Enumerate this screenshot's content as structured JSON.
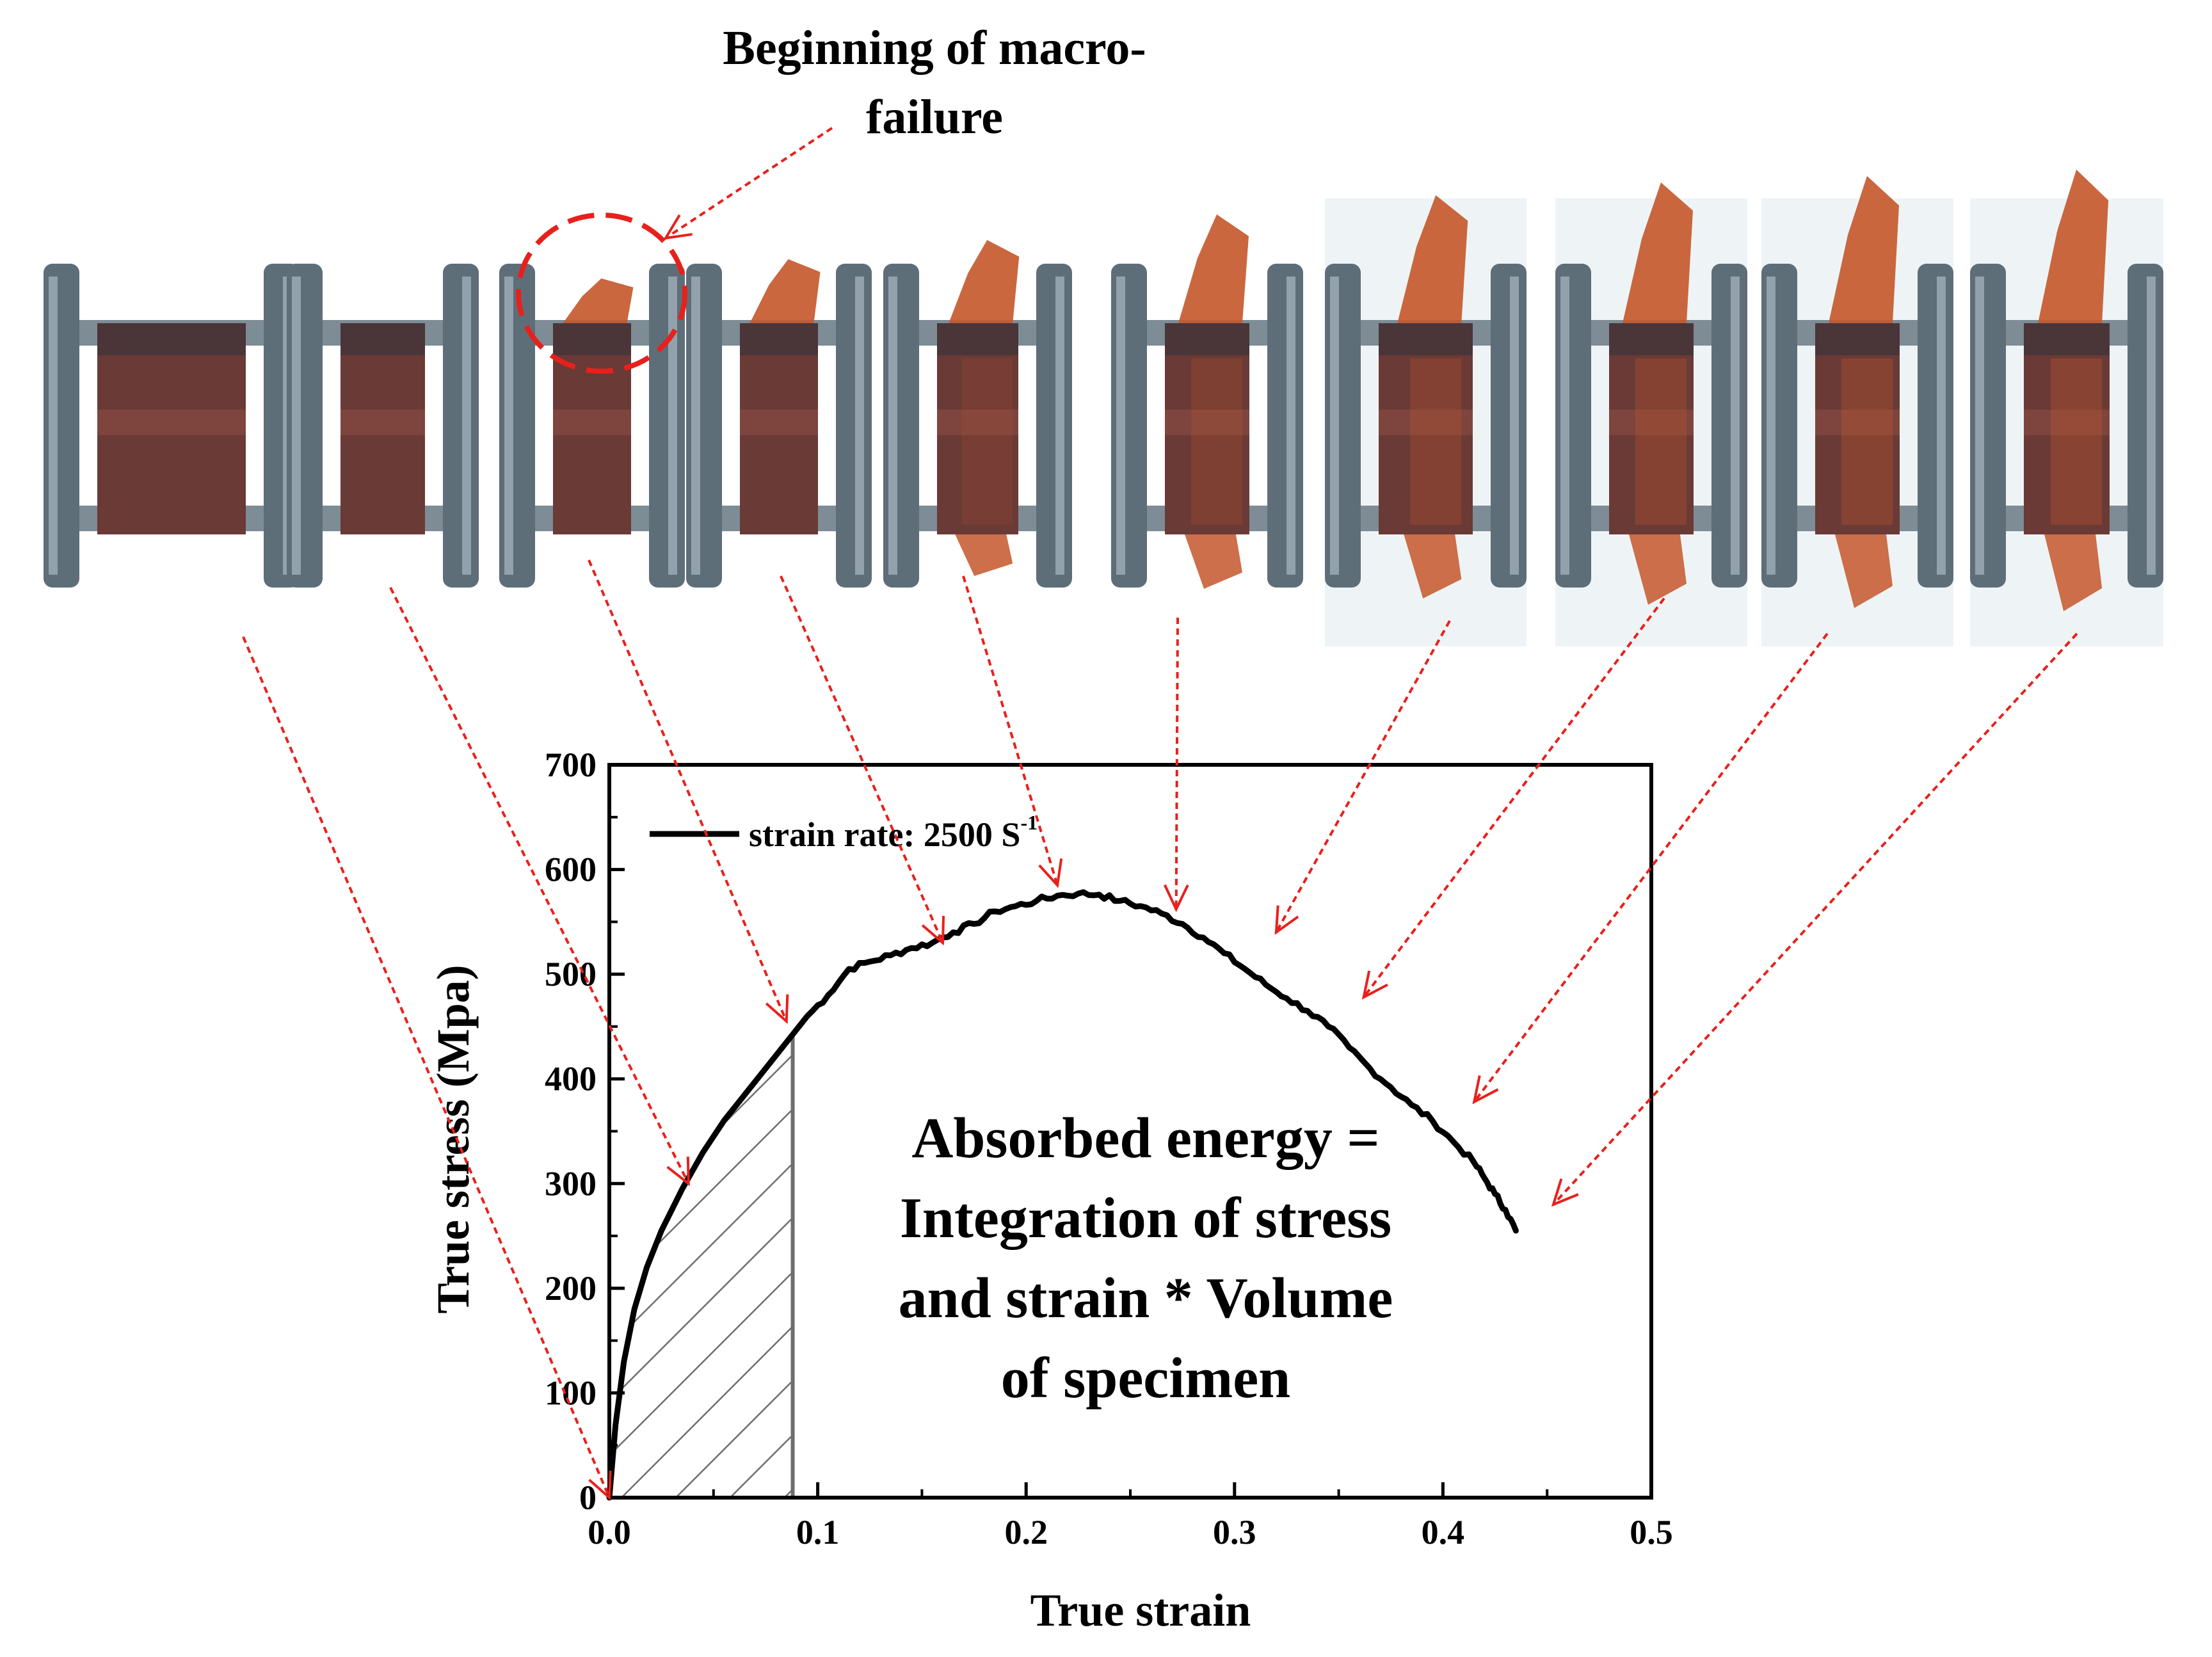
{
  "callout": {
    "line1": "Beginning of macro-",
    "line2": "failure"
  },
  "colors": {
    "arrow": "#e8201c",
    "curve": "#000000",
    "hatch": "#6e6e6e",
    "steel": "#5d6e79",
    "specimen": "#6a3a36",
    "fragment": "#c4562a"
  },
  "frames": {
    "count": 10,
    "description_name": "specimen-frame",
    "fragment_levels": [
      0,
      0,
      0.15,
      0.3,
      0.45,
      0.65,
      0.8,
      0.9,
      0.95,
      1
    ]
  },
  "annotation": {
    "line1": "Absorbed energy =",
    "line2": "Integration of stress",
    "line3": "and strain * Volume",
    "line4": "of specimen"
  },
  "chart_data": {
    "type": "line",
    "xlabel": "True strain",
    "ylabel": "True stress (Mpa)",
    "xlim": [
      0.0,
      0.5
    ],
    "ylim": [
      0,
      700
    ],
    "xticks": [
      "0.0",
      "0.1",
      "0.2",
      "0.3",
      "0.4",
      "0.5"
    ],
    "yticks": [
      "0",
      "100",
      "200",
      "300",
      "400",
      "500",
      "600",
      "700"
    ],
    "grid": false,
    "legend": {
      "placement": "top-left",
      "text": "strain rate: 2500 S",
      "superscript": "-1"
    },
    "series": [
      {
        "name": "strain rate: 2500 S-1",
        "x": [
          0.0,
          0.003,
          0.007,
          0.012,
          0.018,
          0.025,
          0.035,
          0.045,
          0.055,
          0.065,
          0.075,
          0.085,
          0.095,
          0.105,
          0.115,
          0.125,
          0.135,
          0.145,
          0.155,
          0.165,
          0.175,
          0.185,
          0.195,
          0.205,
          0.215,
          0.225,
          0.235,
          0.245,
          0.255,
          0.265,
          0.275,
          0.285,
          0.295,
          0.305,
          0.315,
          0.325,
          0.335,
          0.345,
          0.355,
          0.365,
          0.375,
          0.385,
          0.395,
          0.405,
          0.415,
          0.42,
          0.425,
          0.43,
          0.435
        ],
        "y": [
          0,
          70,
          130,
          180,
          220,
          255,
          295,
          330,
          360,
          385,
          410,
          435,
          460,
          480,
          505,
          512,
          518,
          525,
          530,
          540,
          548,
          560,
          565,
          570,
          575,
          577,
          576,
          570,
          565,
          558,
          548,
          535,
          520,
          505,
          490,
          477,
          465,
          450,
          430,
          410,
          392,
          375,
          360,
          340,
          320,
          305,
          290,
          275,
          255
        ]
      }
    ],
    "shaded_region": {
      "x_from": 0.0,
      "x_to": 0.088,
      "pattern": "hatch"
    },
    "arrow_targets": [
      {
        "x": 0.0,
        "y": 0
      },
      {
        "x": 0.038,
        "y": 300
      },
      {
        "x": 0.085,
        "y": 455
      },
      {
        "x": 0.16,
        "y": 530
      },
      {
        "x": 0.215,
        "y": 585
      },
      {
        "x": 0.272,
        "y": 562
      },
      {
        "x": 0.32,
        "y": 540
      },
      {
        "x": 0.362,
        "y": 478
      },
      {
        "x": 0.415,
        "y": 378
      },
      {
        "x": 0.453,
        "y": 280
      }
    ]
  }
}
